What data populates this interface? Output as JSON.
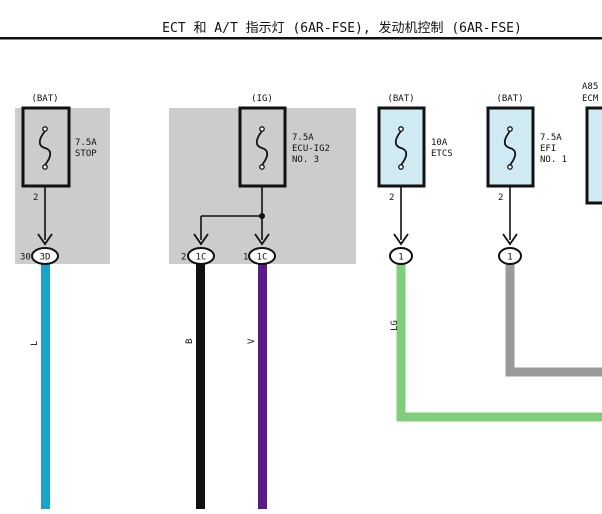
{
  "header": {
    "title": "ECT 和 A/T 指示灯 (6AR-FSE), 发动机控制 (6AR-FSE)"
  },
  "fuses": [
    {
      "id": "stop",
      "source": "(BAT)",
      "rating": "7.5A",
      "name": "STOP",
      "name2": "",
      "pin": "2"
    },
    {
      "id": "ecuig2",
      "source": "(IG)",
      "rating": "7.5A",
      "name": "ECU-IG2",
      "name2": "NO. 3",
      "pin": ""
    },
    {
      "id": "etcs",
      "source": "(BAT)",
      "rating": "10A",
      "name": "ETCS",
      "name2": "",
      "pin": "2"
    },
    {
      "id": "efi",
      "source": "(BAT)",
      "rating": "7.5A",
      "name": "EFI",
      "name2": "NO. 1",
      "pin": "2"
    }
  ],
  "connectors": [
    {
      "id": "c3d",
      "pin_number": "30",
      "label": "3D"
    },
    {
      "id": "c1c_a",
      "pin_number": "2",
      "label": "1C"
    },
    {
      "id": "c1c_b",
      "pin_number": "1",
      "label": "1C"
    },
    {
      "id": "c_etcs",
      "pin_number": "",
      "label": "1"
    },
    {
      "id": "c_efi",
      "pin_number": "",
      "label": "1"
    }
  ],
  "wires": [
    {
      "id": "wire_l",
      "code": "L",
      "color": "#1aa3c8"
    },
    {
      "id": "wire_b",
      "code": "B",
      "color": "#111111"
    },
    {
      "id": "wire_v",
      "code": "V",
      "color": "#5a1a8a"
    },
    {
      "id": "wire_lg",
      "code": "LG",
      "color": "#7fcf7a"
    },
    {
      "id": "wire_gr",
      "code": "",
      "color": "#9a9a9a"
    }
  ],
  "ecm": {
    "code": "A85",
    "name": "ECM"
  },
  "colors": {
    "junction_block_fill": "#cccccc",
    "fuse_fill_blue": "#cfeaf3",
    "line": "#111111"
  }
}
